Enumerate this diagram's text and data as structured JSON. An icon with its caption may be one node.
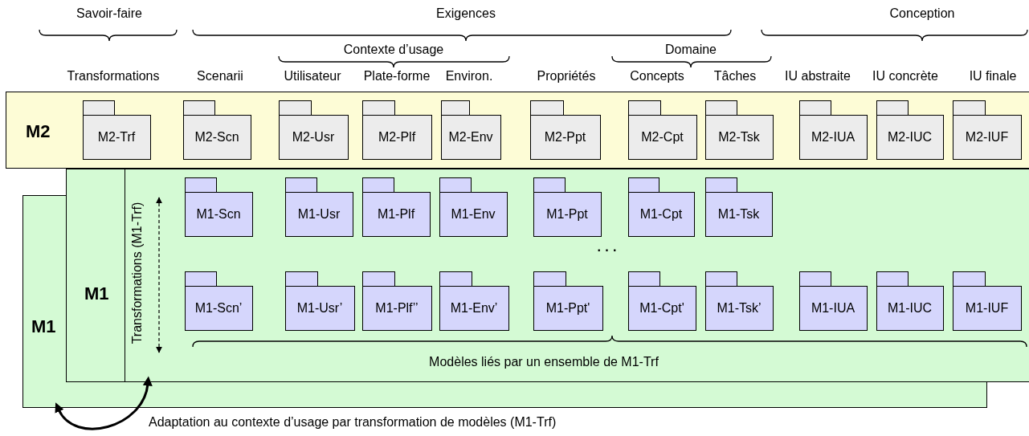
{
  "diagram": {
    "nodes": [
      {
        "text": [
          "M2"
        ]
      },
      {
        "text": [
          "M2-Trf"
        ],
        "in": 0
      },
      {
        "text": [
          "M2-Scn"
        ],
        "in": 0
      },
      {
        "text": [
          "M2-Usr"
        ],
        "in": 0
      },
      {
        "text": [
          "M2-Plf"
        ],
        "in": 0
      },
      {
        "text": [
          "M2-Env"
        ],
        "in": 0
      },
      {
        "text": [
          "M2-Ppt"
        ],
        "in": 0
      },
      {
        "text": [
          "M2-Cpt"
        ],
        "in": 0
      },
      {
        "text": [
          "M2-Tsk"
        ],
        "in": 0
      },
      {
        "text": [
          "M2-IUA"
        ],
        "in": 0
      },
      {
        "text": [
          "M2-IUC"
        ],
        "in": 0
      },
      {
        "text": [
          "M2-IUF"
        ],
        "in": 0
      },
      {
        "text": [
          "M1"
        ]
      },
      {
        "text": [
          "M1"
        ]
      },
      {
        "text": [
          "Transformations (M1-Trf)"
        ],
        "in": 13
      },
      {
        "text": [
          "M1-Scn"
        ],
        "in": 13
      },
      {
        "text": [
          "M1-Usr"
        ],
        "in": 13
      },
      {
        "text": [
          "M1-Plf"
        ],
        "in": 13
      },
      {
        "text": [
          "M1-Env"
        ],
        "in": 13
      },
      {
        "text": [
          "M1-Ppt"
        ],
        "in": 13
      },
      {
        "text": [
          "M1-Cpt"
        ],
        "in": 13
      },
      {
        "text": [
          "M1-Tsk"
        ],
        "in": 13
      },
      {
        "text": [
          "M1-Scn’"
        ],
        "in": 13
      },
      {
        "text": [
          "M1-Usr’"
        ],
        "in": 13
      },
      {
        "text": [
          "M1-Plf’’"
        ],
        "in": 13
      },
      {
        "text": [
          "M1-Env’"
        ],
        "in": 13
      },
      {
        "text": [
          "M1-Ppt'"
        ],
        "in": 13
      },
      {
        "text": [
          "M1-Cpt'"
        ],
        "in": 13
      },
      {
        "text": [
          "M1-Tsk’"
        ],
        "in": 13
      },
      {
        "text": [
          "M1-IUA"
        ],
        "in": 13
      },
      {
        "text": [
          "M1-IUC"
        ],
        "in": 13
      },
      {
        "text": [
          "M1-IUF"
        ],
        "in": 13
      }
    ],
    "edges": [
      {
        "from": 12,
        "to": 13,
        "arrow": "both"
      }
    ],
    "labels": [
      "Savoir-faire",
      "Exigences",
      "Conception",
      "Contexte d’usage",
      "Domaine",
      "Transformations",
      "Scenarii",
      "Utilisateur",
      "Plate-forme",
      "Environ.",
      "Propriétés",
      "Concepts",
      "Tâches",
      "IU abstraite",
      "IU concrète",
      "IU finale",
      "· · ·",
      "Modèles liés par un ensemble de M1-Trf",
      "Adaptation au contexte d’usage par transformation de modèles (M1-Trf)"
    ]
  }
}
